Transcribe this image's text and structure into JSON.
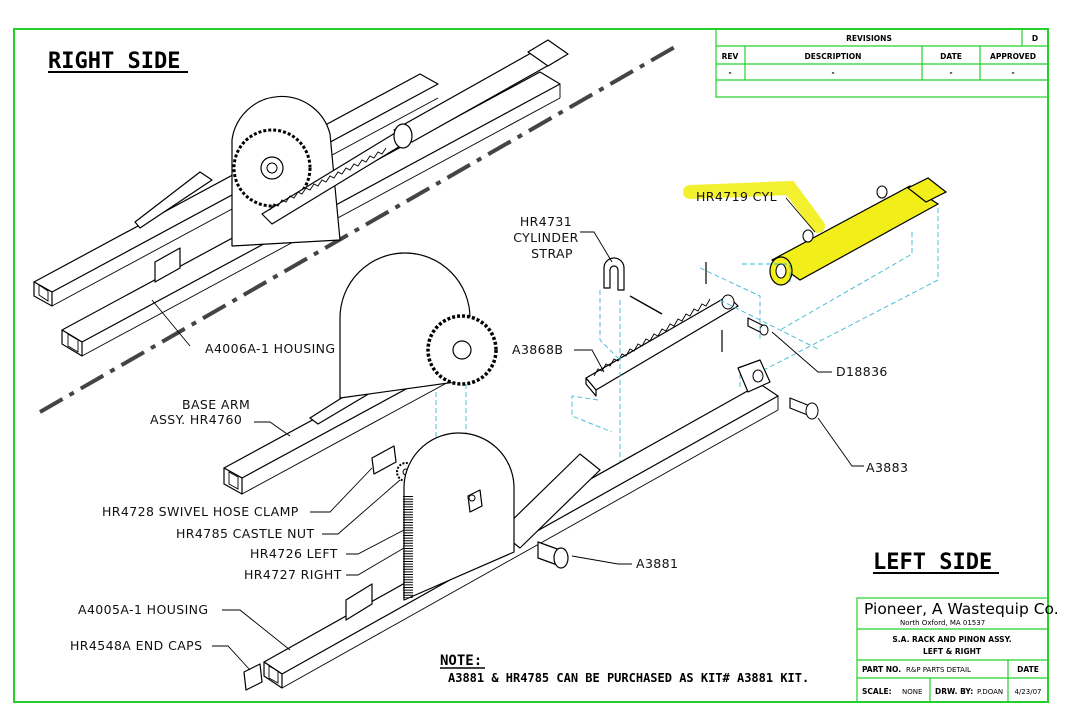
{
  "views": {
    "right_side_title": "RIGHT SIDE",
    "left_side_title": "LEFT SIDE"
  },
  "revisions": {
    "title": "REVISIONS",
    "revision_letter": "D",
    "headers": [
      "REV",
      "DESCRIPTION",
      "DATE",
      "APPROVED"
    ],
    "row": [
      "-",
      "-",
      "-",
      "-"
    ]
  },
  "callouts": {
    "a4006a": "A4006A-1 HOUSING",
    "hr4719": "HR4719 CYL",
    "hr4731_line1": "HR4731",
    "hr4731_line2": "CYLINDER",
    "hr4731_line3": "STRAP",
    "a3868b": "A3868B",
    "d18836": "D18836",
    "a3883": "A3883",
    "base_arm_line1": "BASE ARM",
    "base_arm_line2": "ASSY. HR4760",
    "hr4728": "HR4728 SWIVEL HOSE CLAMP",
    "hr4785": "HR4785 CASTLE NUT",
    "hr4726": "HR4726 LEFT",
    "hr4727": "HR4727 RIGHT",
    "a3881": "A3881",
    "a4005a": "A4005A-1 HOUSING",
    "hr4548a": "HR4548A END CAPS"
  },
  "note": {
    "label": "NOTE:",
    "text": "A3881 & HR4785 CAN BE PURCHASED AS KIT# A3881 KIT."
  },
  "title_block": {
    "company": "Pioneer, A Wastequip Co.",
    "address": "North Oxford, MA    01537",
    "title_line1": "S.A. RACK AND PINON ASSY.",
    "title_line2": "LEFT & RIGHT",
    "part_no_label": "PART NO.",
    "part_no_value": "R&P PARTS DETAIL",
    "date_label": "DATE",
    "scale_label": "SCALE:",
    "scale_value": "NONE",
    "drawn_by_label": "DRW. BY:",
    "drawn_by_value": "P.DOAN",
    "date_value": "4/23/07"
  },
  "colors": {
    "border": "#22d22a",
    "hidden_lines": "#3ab7d3",
    "highlight": "#f2ee1a"
  }
}
